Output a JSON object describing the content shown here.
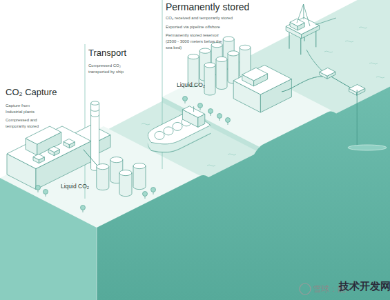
{
  "diagram": {
    "nodes": [
      {
        "text": [
          "CO₂ Capture",
          "Capture from Industrial plants",
          "Compressed and temporarily stored"
        ]
      },
      {
        "text": [
          "Transport",
          "Compressed CO₂ transported by ship"
        ]
      },
      {
        "text": [
          "Permanently stored",
          "CO₂ received and temporarily stored",
          "Exported via pipeline offshore",
          "Permanently stored reservoir (2500 - 3000 meters below the sea bed)"
        ]
      }
    ],
    "labels": [
      "Liquid CO₂",
      "Liquid CO₂",
      "雪球：能",
      "技术开发网"
    ]
  }
}
